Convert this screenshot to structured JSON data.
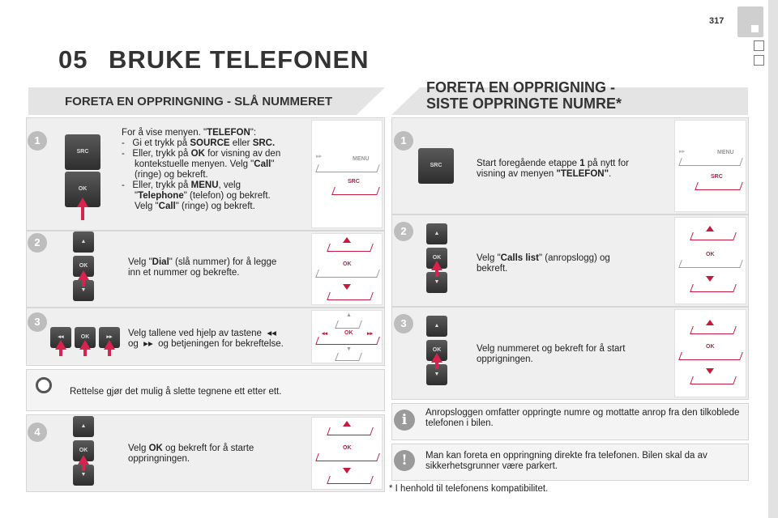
{
  "header": {
    "chapter_number": "05",
    "chapter_title": "BRUKE TELEFONEN",
    "page_number": "317"
  },
  "left": {
    "section_title": "FORETA EN OPPRINGNING - SLÅ NUMMERET",
    "steps": [
      {
        "number": "1",
        "lines": [
          [
            "For å vise menyen. \"",
            {
              "b": "TELEFON"
            },
            "\":"
          ],
          [
            "-   Gi et trykk på ",
            {
              "b": "SOURCE"
            },
            " eller ",
            {
              "b": "SRC."
            }
          ],
          [
            "-   Eller, trykk på ",
            {
              "b": "OK"
            },
            " for visning av den"
          ],
          [
            "     kontekstuelle menyen. Velg \"",
            {
              "b": "Call"
            },
            "\""
          ],
          [
            "     (ringe) og bekreft."
          ],
          [
            "-   Eller, trykk på ",
            {
              "b": "MENU"
            },
            ", velg"
          ],
          [
            "     \"",
            {
              "b": "Telephone"
            },
            "\" (telefon) og bekreft."
          ],
          [
            "     Velg \"",
            {
              "b": "Call"
            },
            "\" (ringe) og bekreft."
          ]
        ],
        "btn_top": "SRC",
        "btn_bottom": "OK",
        "screen_menu": "MENU",
        "screen_src": "SRC"
      },
      {
        "number": "2",
        "lines": [
          [
            "Velg \"",
            {
              "b": "Dial"
            },
            "\" (slå nummer) for å legge"
          ],
          [
            "inn et nummer og bekrefte."
          ]
        ],
        "btn_mid": "OK",
        "screen_ok": "OK"
      },
      {
        "number": "3",
        "lines": [
          [
            "Velg tallene ved hjelp av tastene  ◂◂"
          ],
          [
            "og  ▸▸  og betjeningen for bekreftelse."
          ]
        ],
        "btn_mid": "OK",
        "screen_ok": "OK"
      },
      {
        "tip": "Rettelse gjør det mulig å slette tegnene ett etter ett."
      },
      {
        "number": "4",
        "lines": [
          [
            "Velg ",
            {
              "b": "OK"
            },
            " og bekreft for å starte"
          ],
          [
            "oppringningen."
          ]
        ],
        "btn_mid": "OK",
        "screen_ok": "OK"
      }
    ]
  },
  "right": {
    "section_title_1": "FORETA EN OPPRIGNING -",
    "section_title_2": "SISTE OPPRINGTE NUMRE*",
    "steps": [
      {
        "number": "1",
        "lines": [
          [
            "Start foregående etappe ",
            {
              "b": "1"
            },
            " på nytt for"
          ],
          [
            "visning av menyen ",
            {
              "b": "\"TELEFON\""
            },
            "."
          ]
        ],
        "btn_top": "SRC",
        "screen_menu": "MENU",
        "screen_src": "SRC"
      },
      {
        "number": "2",
        "lines": [
          [
            "Velg \"",
            {
              "b": "Calls list"
            },
            "\" (anropslogg) og"
          ],
          [
            "bekreft."
          ]
        ],
        "btn_mid": "OK",
        "screen_ok": "OK"
      },
      {
        "number": "3",
        "lines": [
          [
            "Velg nummeret og bekreft for å start"
          ],
          [
            "opprigningen."
          ]
        ],
        "btn_mid": "OK",
        "screen_ok": "OK"
      }
    ],
    "info_note": "Anropsloggen omfatter oppringte numre og mottatte anrop fra den tilkoblede telefonen i bilen.",
    "warning_note": "Man kan foreta en oppringning direkte fra telefonen. Bilen skal da av sikkerhetsgrunner være parkert.",
    "footnote": "* I henhold til telefonens kompatibilitet."
  },
  "icons": {
    "info": "info-icon",
    "warning": "warning-icon",
    "tip": "sun-icon"
  },
  "colors": {
    "accent_red": "#c81a3e",
    "panel_bg": "#efefef"
  }
}
